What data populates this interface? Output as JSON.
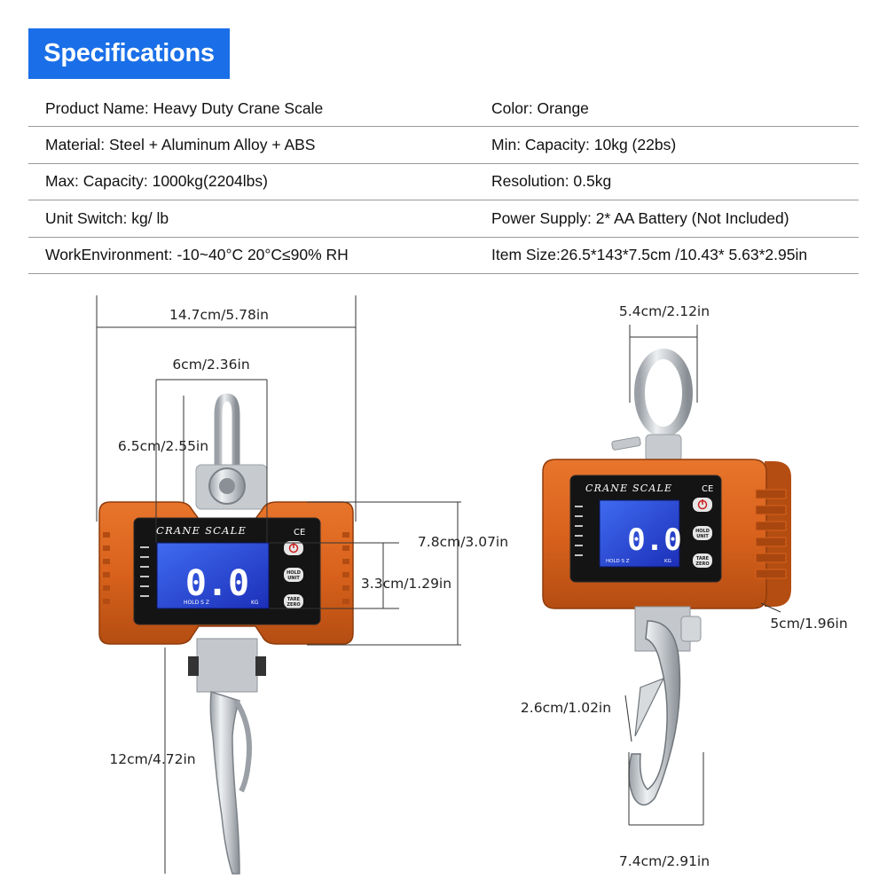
{
  "header": {
    "title": "Specifications"
  },
  "specs": [
    {
      "left": "Product Name: Heavy Duty Crane Scale",
      "right": "Color: Orange"
    },
    {
      "left": "Material: Steel + Aluminum Alloy + ABS",
      "right": "Min: Capacity: 10kg (22bs)"
    },
    {
      "left": "Max: Capacity: 1000kg(2204lbs)",
      "right": "Resolution: 0.5kg"
    },
    {
      "left": "Unit Switch: kg/ lb",
      "right": "Power Supply:  2* AA Battery (Not Included)"
    },
    {
      "left": "WorkEnvironment: -10~40°C   20°C≤90% RH",
      "right": "Item Size:26.5*143*7.5cm /10.43* 5.63*2.95in"
    }
  ],
  "dimensions": {
    "front_width": "14.7cm/5.78in",
    "display_width": "6cm/2.36in",
    "shackle_height": "6.5cm/2.55in",
    "body_height": "7.8cm/3.07in",
    "display_height": "3.3cm/1.29in",
    "hook_length": "12cm/4.72in",
    "ring_width": "5.4cm/2.12in",
    "body_depth": "5cm/1.96in",
    "hook_opening": "2.6cm/1.02in",
    "hook_width": "7.4cm/2.91in"
  },
  "device": {
    "brand": "CRANE SCALE",
    "ce_mark": "CE",
    "reading": "0.0",
    "unit": "KG",
    "status": "HOLD  S  Z",
    "hold_button": [
      "HOLD",
      "UNIT"
    ],
    "tare_button": [
      "TARE",
      "ZERO"
    ]
  },
  "colors": {
    "header_bg": "#1a6fe8",
    "body_orange": "#d9621c",
    "lcd_blue": "#1f3fd8",
    "hook_silver": "#c9cdd2"
  }
}
